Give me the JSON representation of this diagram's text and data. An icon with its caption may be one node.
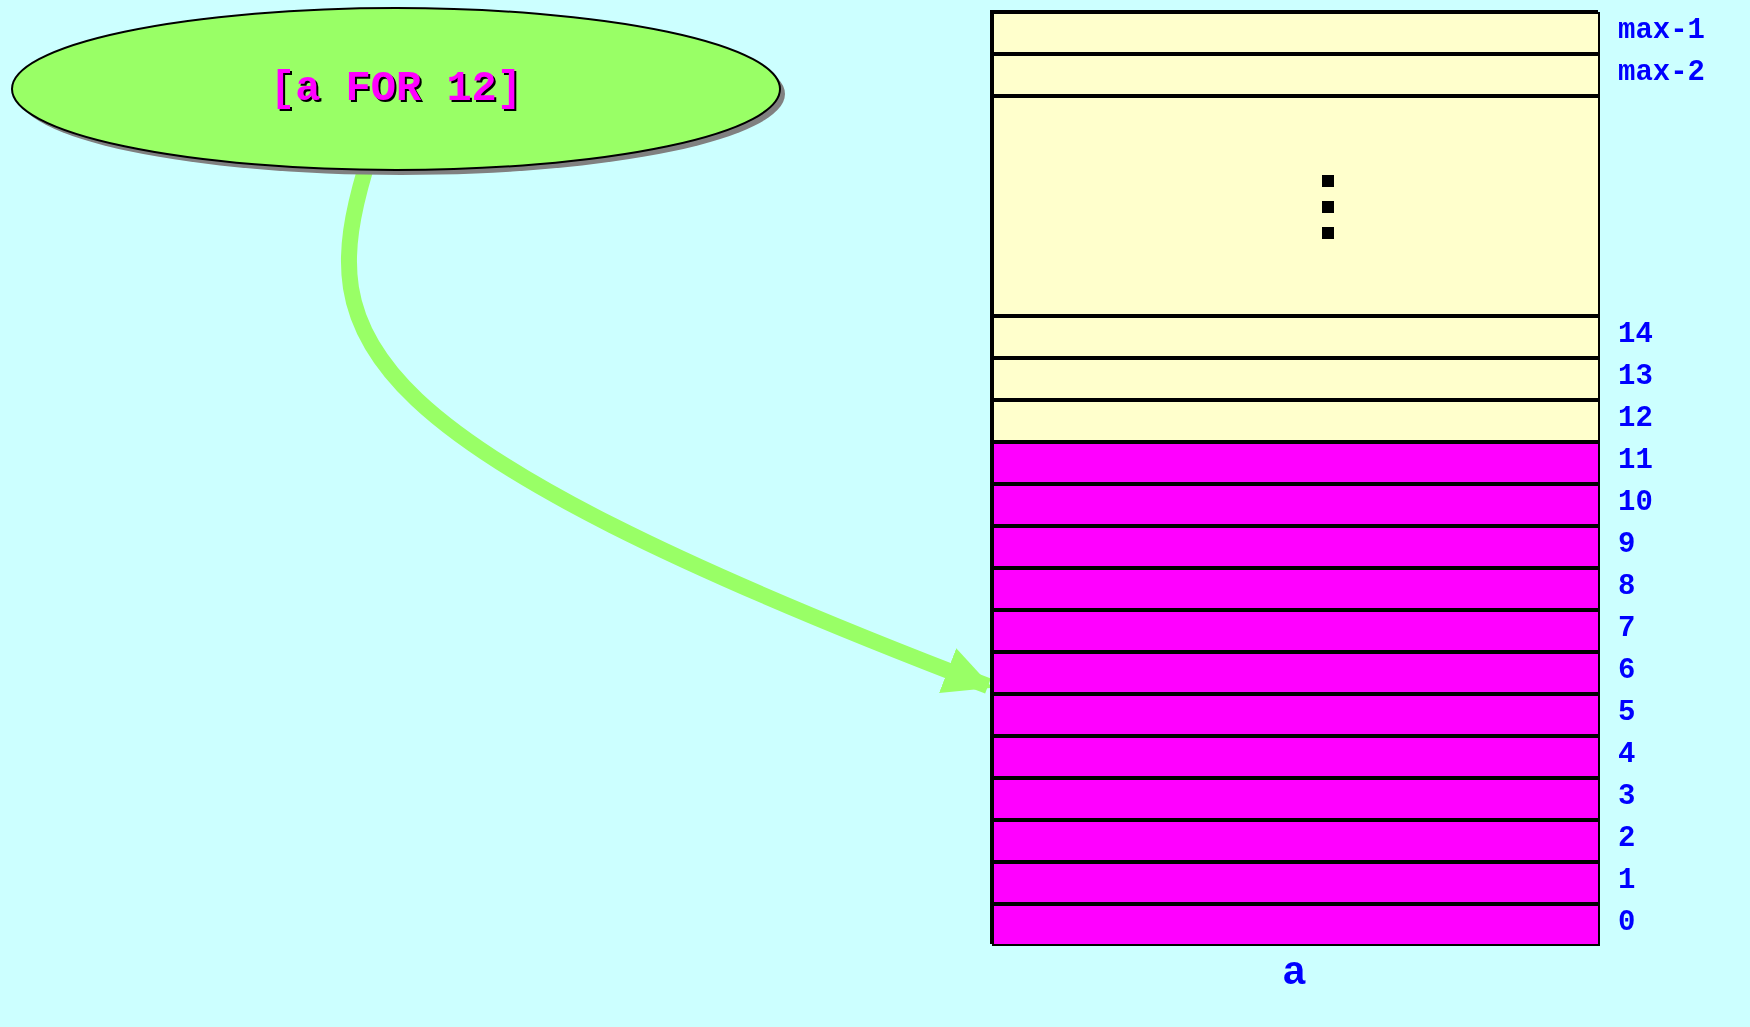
{
  "diagram": {
    "nodes": [
      {
        "text": [
          "[a FOR 12]"
        ]
      },
      {
        "text": [
          "a"
        ]
      },
      {
        "text": [],
        "shape": "box",
        "in": 1,
        "beside": [
          "max-1"
        ]
      },
      {
        "text": [],
        "shape": "box",
        "in": 1,
        "beside": [
          "max-2"
        ]
      },
      {
        "text": [],
        "shape": "box",
        "in": 1
      },
      {
        "text": [],
        "shape": "box",
        "in": 1,
        "beside": [
          "14"
        ]
      },
      {
        "text": [],
        "shape": "box",
        "in": 1,
        "beside": [
          "13"
        ]
      },
      {
        "text": [],
        "shape": "box",
        "in": 1,
        "beside": [
          "12"
        ]
      },
      {
        "text": [],
        "shape": "box",
        "in": 1,
        "beside": [
          "11"
        ]
      },
      {
        "text": [],
        "shape": "box",
        "in": 1,
        "beside": [
          "10"
        ]
      },
      {
        "text": [],
        "shape": "box",
        "in": 1,
        "beside": [
          "9"
        ]
      },
      {
        "text": [],
        "shape": "box",
        "in": 1,
        "beside": [
          "8"
        ]
      },
      {
        "text": [],
        "shape": "box",
        "in": 1,
        "beside": [
          "7"
        ]
      },
      {
        "text": [],
        "shape": "box",
        "in": 1,
        "beside": [
          "6"
        ]
      },
      {
        "text": [],
        "shape": "box",
        "in": 1,
        "beside": [
          "5"
        ]
      },
      {
        "text": [],
        "shape": "box",
        "in": 1,
        "beside": [
          "4"
        ]
      },
      {
        "text": [],
        "shape": "box",
        "in": 1,
        "beside": [
          "3"
        ]
      },
      {
        "text": [],
        "shape": "box",
        "in": 1,
        "beside": [
          "2"
        ]
      },
      {
        "text": [],
        "shape": "box",
        "in": 1,
        "beside": [
          "1"
        ]
      },
      {
        "text": [],
        "shape": "box",
        "in": 1,
        "beside": [
          "0"
        ]
      }
    ],
    "edges": [
      {
        "from": 0,
        "to": 13,
        "arrow": "to",
        "color": "#99ff66"
      }
    ]
  }
}
